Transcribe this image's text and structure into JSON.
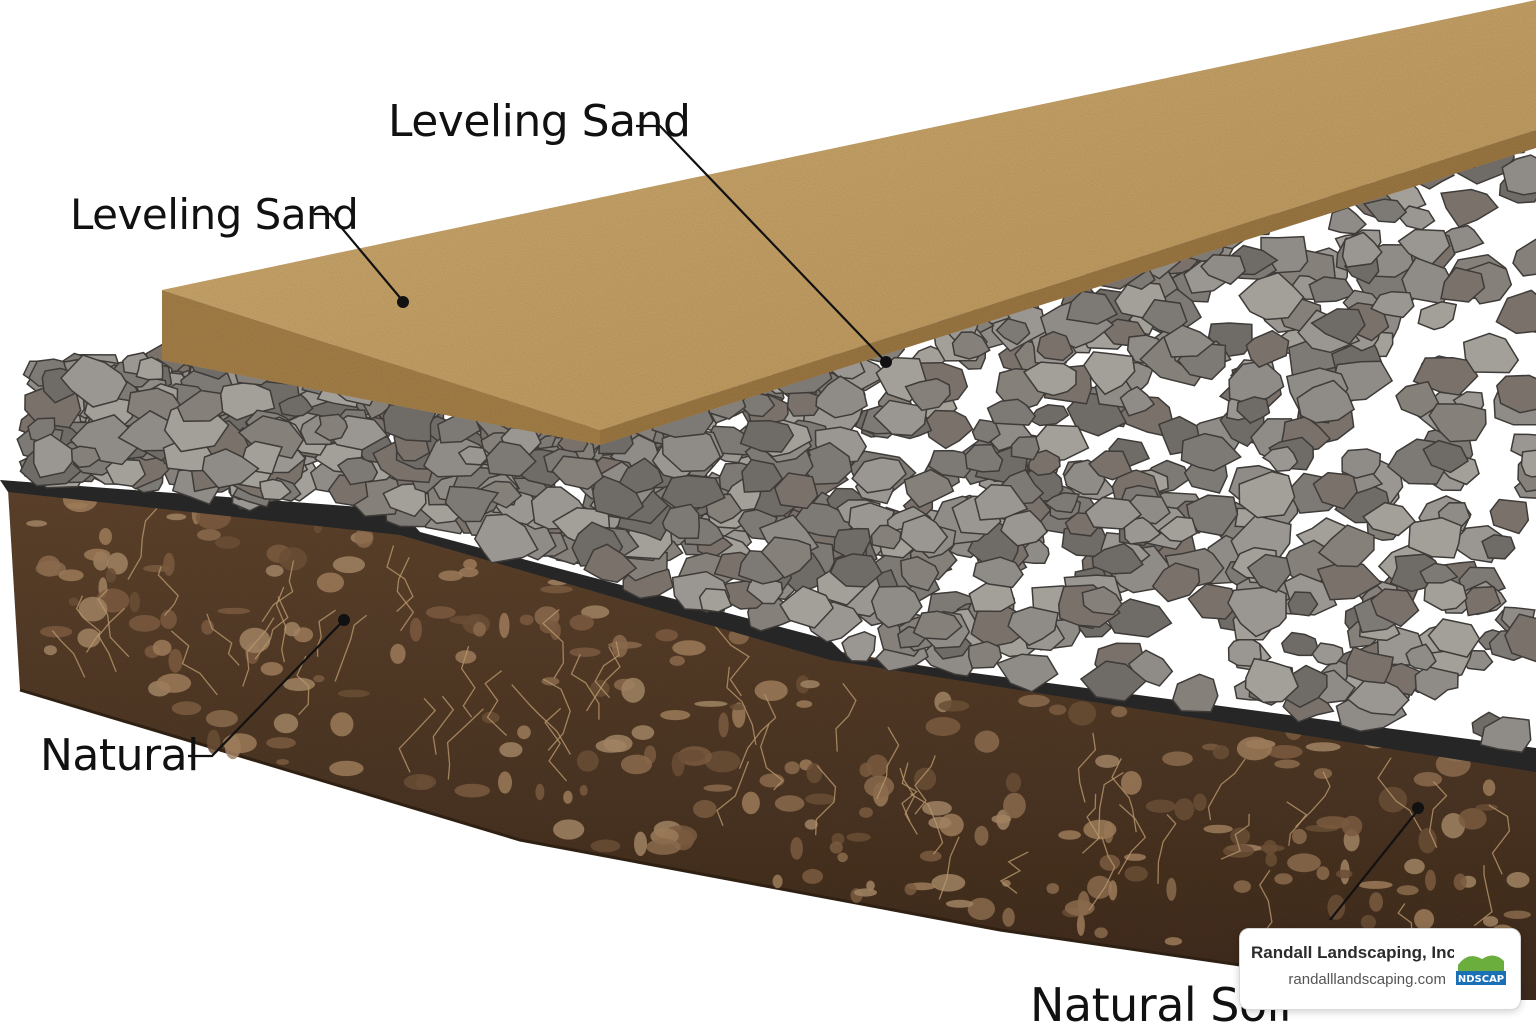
{
  "labels": {
    "leveling_sand_top": "Leveling Sand",
    "leveling_sand_left": "Leveling Sand",
    "natural": "Natural",
    "natural_soil": "Natural Soil"
  },
  "badge": {
    "company": "Randall Landscaping, Inc",
    "url": "randalllandscaping.com",
    "logo_text": "NDSCAP"
  },
  "colors": {
    "sand": "#c9a46a",
    "sand_dark": "#a07e45",
    "gravel": "#8d8a86",
    "fabric": "#262626",
    "soil": "#5a3f29",
    "soil_dark": "#3e2a1b",
    "logo_green": "#6cae3e",
    "logo_blue": "#1a6fb5"
  }
}
